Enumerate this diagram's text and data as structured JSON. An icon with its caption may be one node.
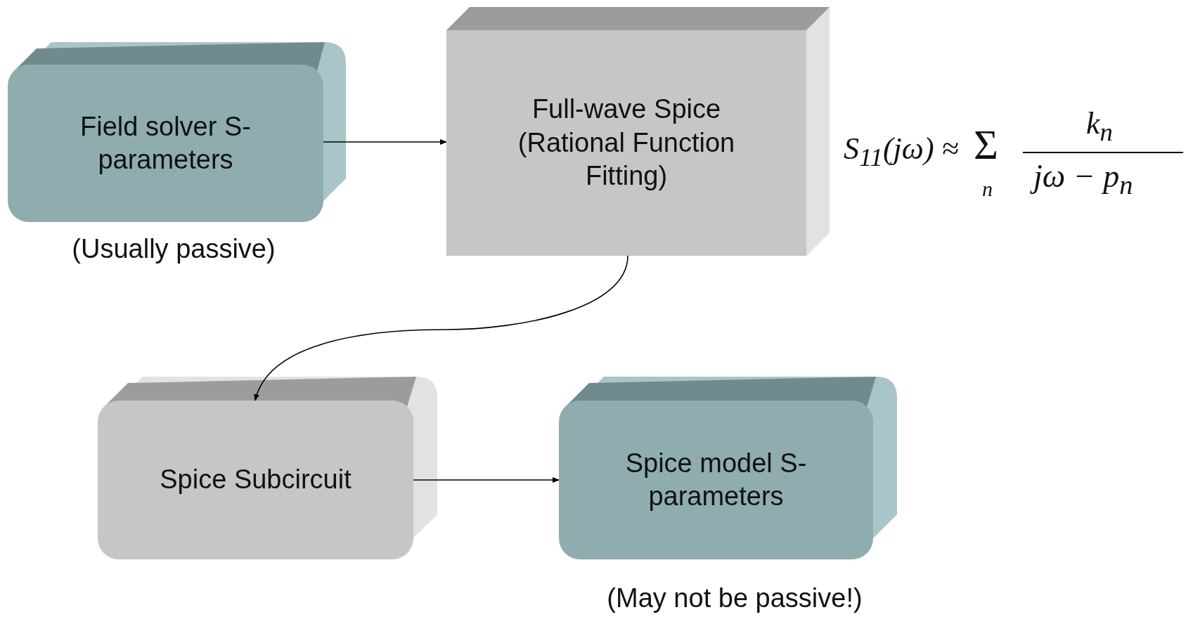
{
  "diagram": {
    "nodes": [
      {
        "text": [
          "Field solver S-parameters"
        ],
        "beside": [
          "(Usually passive)"
        ]
      },
      {
        "text": [
          "Full-wave Spice (Rational Function Fitting)"
        ]
      },
      {
        "text": [
          "Spice Subcircuit"
        ]
      },
      {
        "text": [
          "Spice model S-parameters"
        ],
        "beside": [
          "(May not be passive!)"
        ]
      }
    ],
    "edges": [
      {
        "from": 0,
        "to": 1,
        "arrow": "to"
      },
      {
        "from": 1,
        "to": 2,
        "arrow": "to"
      },
      {
        "from": 2,
        "to": 3,
        "arrow": "to"
      }
    ],
    "labels": [
      "S$_{11}$(jω) ≈",
      "Σ",
      "n",
      "k$_{n}$",
      "jω − p$_{n}$"
    ]
  }
}
